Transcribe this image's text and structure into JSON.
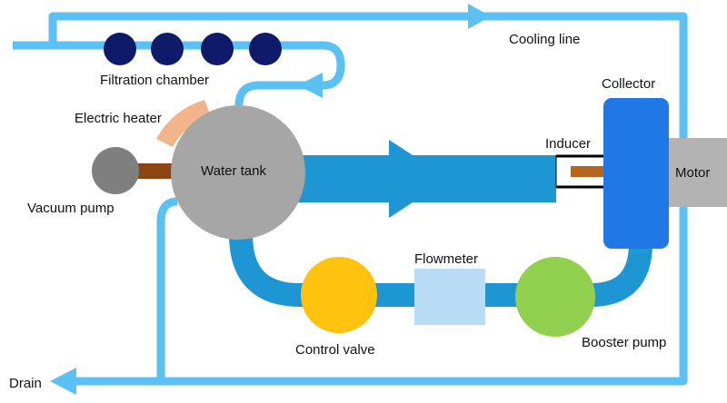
{
  "labels": {
    "cooling_line": "Cooling line",
    "filtration_chamber": "Filtration chamber",
    "collector": "Collector",
    "electric_heater": "Electric heater",
    "inducer": "Inducer",
    "water_tank": "Water tank",
    "motor": "Motor",
    "vacuum_pump": "Vacuum pump",
    "flowmeter": "Flowmeter",
    "control_valve": "Control valve",
    "booster_pump": "Booster pump",
    "drain": "Drain"
  },
  "colors": {
    "cooling_line": "#5bc0f2",
    "main_pipe": "#1e96d4",
    "filter_balls": "#0f1a6b",
    "heater": "#f2b48a",
    "water_tank": "#a6a6a6",
    "vacuum_pump": "#7f7f7f",
    "vacuum_shaft": "#8b4513",
    "collector": "#1f78e5",
    "motor": "#b3b3b3",
    "flowmeter": "#b9ddf7",
    "control_valve": "#ffc20e",
    "booster_pump": "#92d050"
  }
}
